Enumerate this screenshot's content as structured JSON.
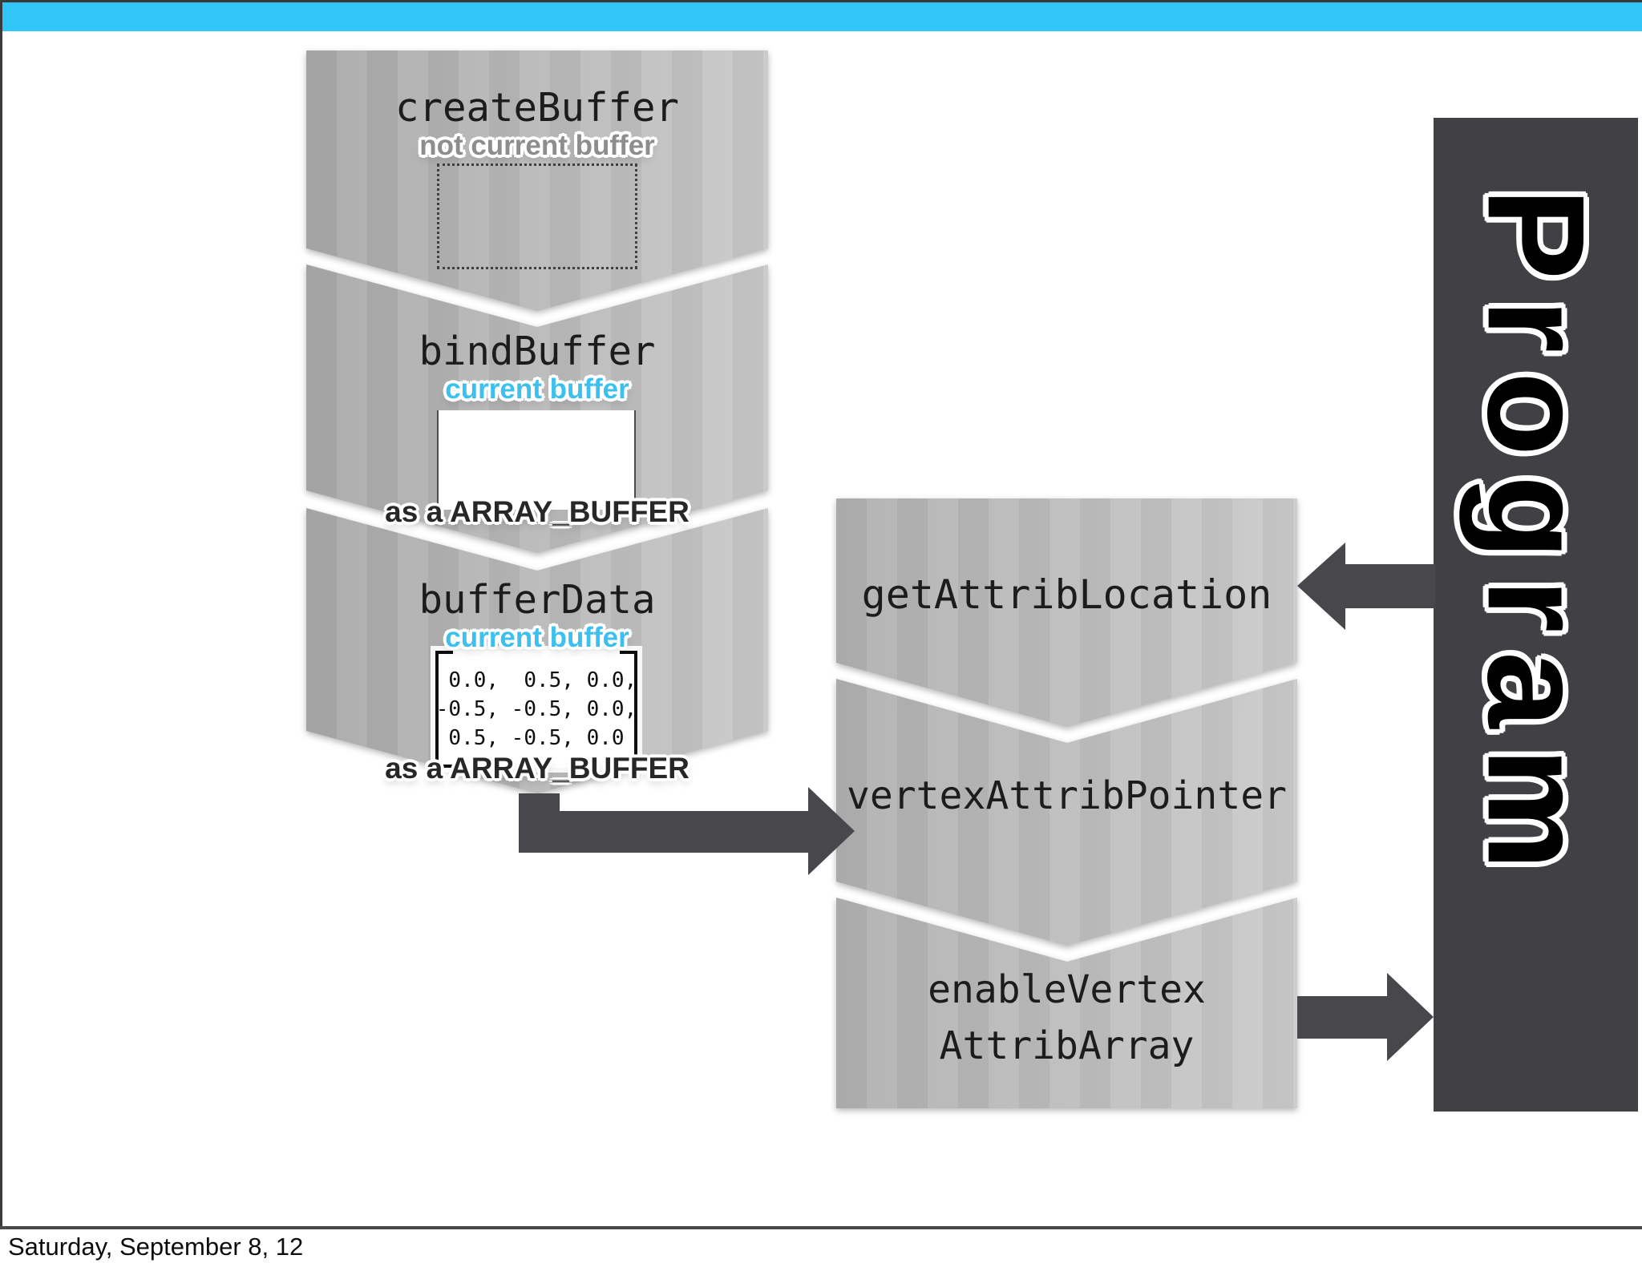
{
  "top_bar": {
    "color": "#32c5f7"
  },
  "footer": {
    "date": "Saturday, September 8, 12"
  },
  "buffer_flow": {
    "steps": [
      {
        "title": "createBuffer",
        "note": "not current buffer"
      },
      {
        "title": "bindBuffer",
        "note": "current buffer",
        "binding": "as a ARRAY_BUFFER"
      },
      {
        "title": "bufferData",
        "note": "current buffer",
        "binding": "as a ARRAY_BUFFER",
        "matrix_rows": [
          " 0.0,  0.5, 0.0,",
          "-0.5, -0.5, 0.0,",
          " 0.5, -0.5, 0.0"
        ]
      }
    ]
  },
  "attrib_flow": {
    "steps": [
      {
        "title": "getAttribLocation"
      },
      {
        "title": "vertexAttribPointer"
      },
      {
        "title_line1": "enableVertex",
        "title_line2": "AttribArray"
      }
    ]
  },
  "program": {
    "title": "Program"
  },
  "colors": {
    "accent_cyan": "#32c5f7",
    "note_cyan": "#3cc0f0",
    "note_gray": "#8d8d8d",
    "block_gray": "#bdbdbd",
    "program_dark": "#414045",
    "arrow_dark": "#48474c"
  }
}
